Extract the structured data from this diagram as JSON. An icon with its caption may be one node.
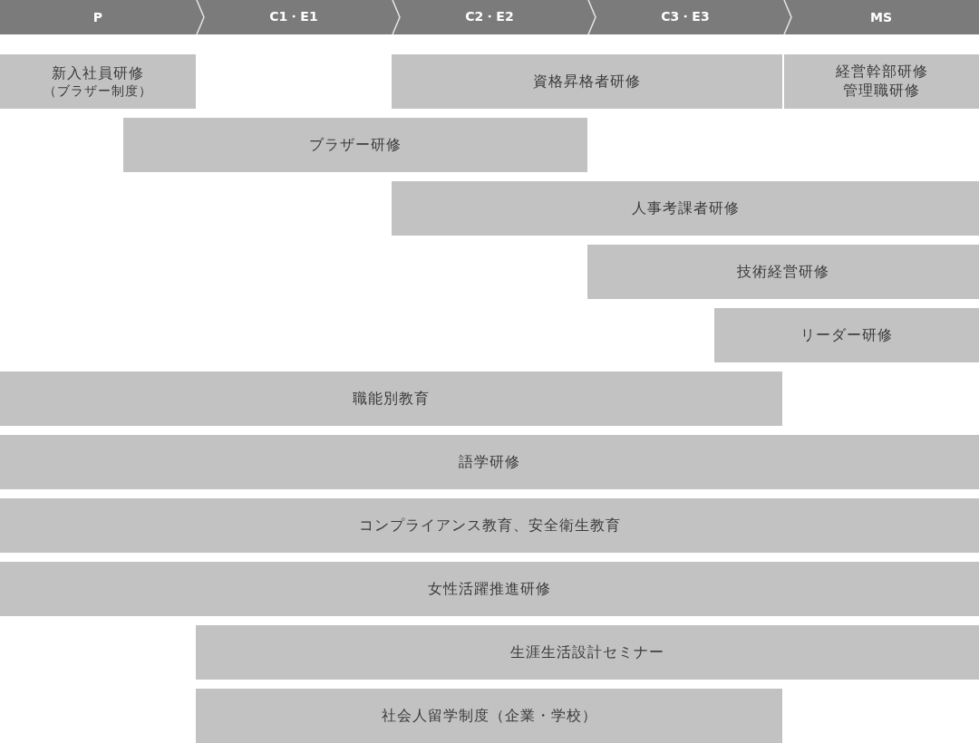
{
  "diagram": {
    "nodes": [
      {
        "text": [
          "P"
        ]
      },
      {
        "text": [
          "C1・E1"
        ]
      },
      {
        "text": [
          "C2・E2"
        ]
      },
      {
        "text": [
          "C3・E3"
        ]
      },
      {
        "text": [
          "MS"
        ]
      },
      {
        "text": [
          "新入社員研修",
          "（ブラザー制度）"
        ]
      },
      {
        "text": [
          "資格昇格者研修"
        ]
      },
      {
        "text": [
          "経営幹部研修",
          "管理職研修"
        ]
      },
      {
        "text": [
          "ブラザー研修"
        ]
      },
      {
        "text": [
          "人事考課者研修"
        ]
      },
      {
        "text": [
          "技術経営研修"
        ]
      },
      {
        "text": [
          "リーダー研修"
        ]
      },
      {
        "text": [
          "職能別教育"
        ]
      },
      {
        "text": [
          "語学研修"
        ]
      },
      {
        "text": [
          "コンプライアンス教育、安全衛生教育"
        ]
      },
      {
        "text": [
          "女性活躍推進研修"
        ]
      },
      {
        "text": [
          "生涯生活設計セミナー"
        ]
      },
      {
        "text": [
          "社会人留学制度（企業・学校）"
        ]
      }
    ],
    "edges": []
  }
}
